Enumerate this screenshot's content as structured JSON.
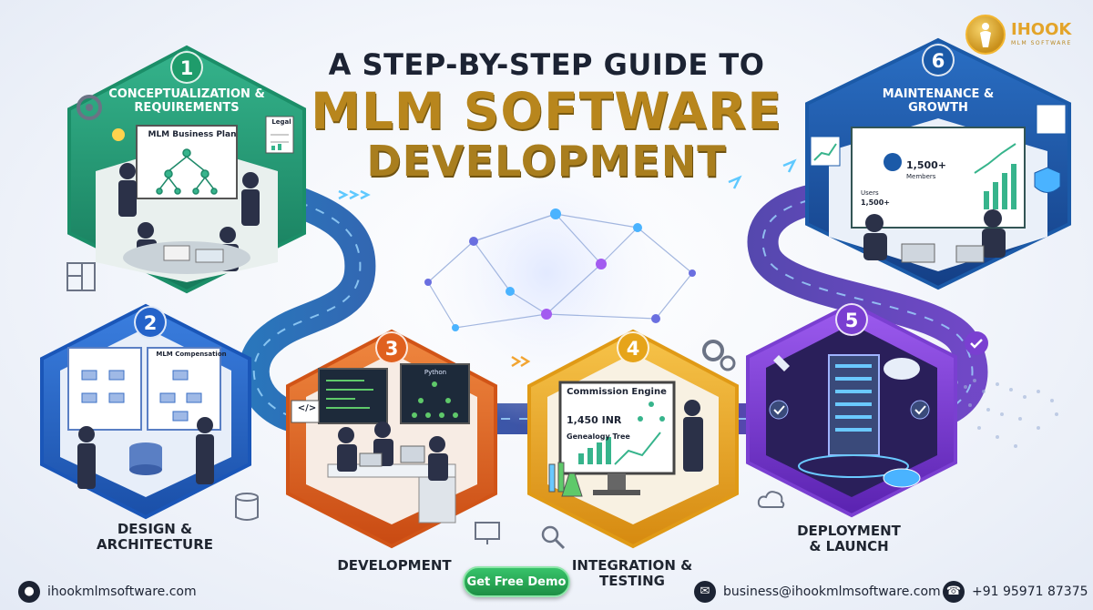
{
  "title": {
    "line1": "A STEP-BY-STEP GUIDE TO",
    "line2": "MLM SOFTWARE",
    "line3": "DEVELOPMENT"
  },
  "logo": {
    "name": "IHOOK",
    "tagline": "MLM SOFTWARE"
  },
  "steps": [
    {
      "number": "1",
      "label": "CONCEPTUALIZATION & REQUIREMENTS",
      "board_title": "MLM Business Plan",
      "doc_label": "Legal",
      "color": "#1f9c6b"
    },
    {
      "number": "2",
      "label": "DESIGN & ARCHITECTURE",
      "board_title": "MLM Compensation",
      "color": "#2563c9"
    },
    {
      "number": "3",
      "label": "DEVELOPMENT",
      "screen_text": "Python",
      "color": "#e0611f"
    },
    {
      "number": "4",
      "label": "INTEGRATION & TESTING",
      "screen_title": "Commission Engine",
      "screen_value": "1,450 INR",
      "screen_caption": "Genealogy Tree",
      "color": "#e6a41a"
    },
    {
      "number": "5",
      "label": "DEPLOYMENT & LAUNCH",
      "color": "#7a3fd1"
    },
    {
      "number": "6",
      "label": "MAINTENANCE & GROWTH",
      "stat_value": "1,500+",
      "stat_label": "Members",
      "users_label": "Users",
      "users_value": "1,500+",
      "color": "#1b5aa8"
    }
  ],
  "cta": {
    "label": "Get Free Demo"
  },
  "footer": {
    "website": "ihookmlmsoftware.com",
    "email": "business@ihookmlmsoftware.com",
    "phone": "+91 95971 87375"
  },
  "colors": {
    "title_gold": "#b8861d",
    "title_dark": "#1c2333",
    "road": "#2f3f8f",
    "cta_green": "#2aa85a"
  }
}
